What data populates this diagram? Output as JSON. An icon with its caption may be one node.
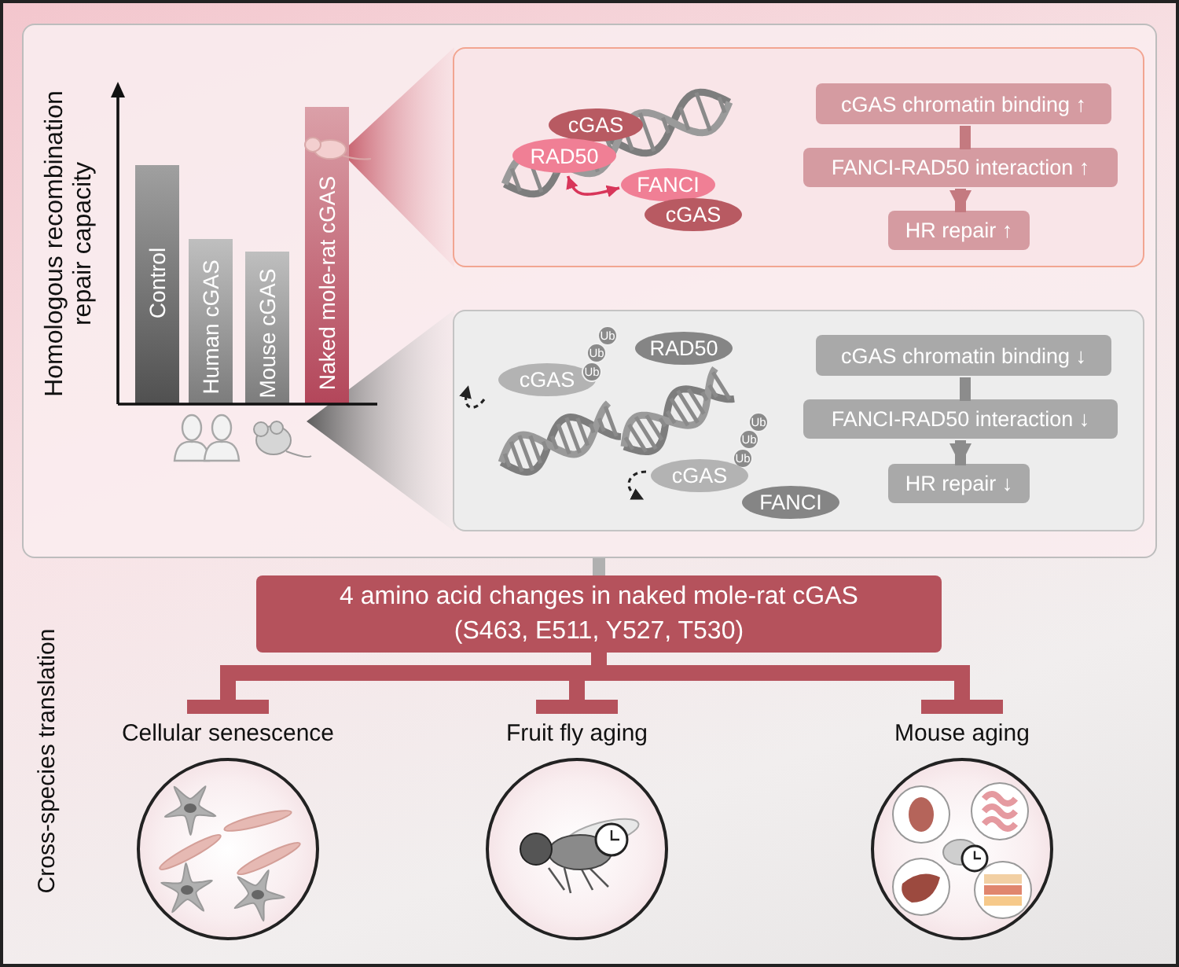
{
  "diagram": {
    "nodes": [
      {
        "text": [],
        "shape": "box"
      },
      {
        "text": [],
        "shape": "box",
        "in": 0
      },
      {
        "text": [
          "cGAS"
        ],
        "in": 1
      },
      {
        "text": [
          "RAD50"
        ],
        "in": 1
      },
      {
        "text": [
          "FANCI"
        ],
        "in": 1
      },
      {
        "text": [
          "cGAS"
        ],
        "in": 1
      },
      {
        "text": [
          "cGAS chromatin binding ↑"
        ],
        "in": 1
      },
      {
        "text": [
          "FANCI-RAD50 interaction ↑"
        ],
        "in": 1
      },
      {
        "text": [
          "HR repair ↑"
        ],
        "in": 1
      },
      {
        "text": [],
        "shape": "box",
        "in": 0
      },
      {
        "text": [
          "cGAS"
        ],
        "in": 9
      },
      {
        "text": [
          "Ub"
        ],
        "in": 9
      },
      {
        "text": [
          "Ub"
        ],
        "in": 9
      },
      {
        "text": [
          "Ub"
        ],
        "in": 9
      },
      {
        "text": [
          "RAD50"
        ],
        "in": 9
      },
      {
        "text": [
          "Ub"
        ],
        "in": 9
      },
      {
        "text": [
          "Ub"
        ],
        "in": 9
      },
      {
        "text": [
          "Ub"
        ],
        "in": 9
      },
      {
        "text": [
          "cGAS"
        ],
        "in": 9
      },
      {
        "text": [
          "FANCI"
        ],
        "in": 9
      },
      {
        "text": [
          "cGAS chromatin binding ↓"
        ],
        "in": 9
      },
      {
        "text": [
          "FANCI-RAD50 interaction ↓"
        ],
        "in": 9
      },
      {
        "text": [
          "HR repair ↓"
        ],
        "in": 9
      },
      {
        "text": [
          "4 amino acid changes in naked mole-rat cGAS (S463, E511, Y527, T530)"
        ]
      },
      {
        "text": [
          "Cellular senescence"
        ]
      },
      {
        "text": [
          "Fruit fly aging"
        ]
      },
      {
        "text": [
          "Mouse aging"
        ]
      }
    ],
    "edges": [
      {
        "from": 3,
        "to": 4,
        "arrow": "both",
        "color": "#d8365a"
      },
      {
        "from": 6,
        "to": 7,
        "arrow": "none",
        "color": "#c47a80"
      },
      {
        "from": 7,
        "to": 8,
        "arrow": "to",
        "color": "#c47a80"
      },
      {
        "from": 20,
        "to": 21,
        "arrow": "none",
        "color": "#8c8c8c"
      },
      {
        "from": 21,
        "to": 22,
        "arrow": "to",
        "color": "#8c8c8c"
      },
      {
        "from": 0,
        "to": 23,
        "arrow": "none",
        "color": "#b0b0b0"
      },
      {
        "from": 23,
        "to": 24,
        "arrow": "other"
      },
      {
        "from": 23,
        "to": 25,
        "arrow": "other"
      },
      {
        "from": 23,
        "to": 26,
        "arrow": "other"
      }
    ],
    "labels": [
      "Homologous recombination repair capacity",
      "Control",
      "Human cGAS",
      "Mouse cGAS",
      "Naked mole-rat cGAS",
      "Cross-species translation"
    ]
  }
}
